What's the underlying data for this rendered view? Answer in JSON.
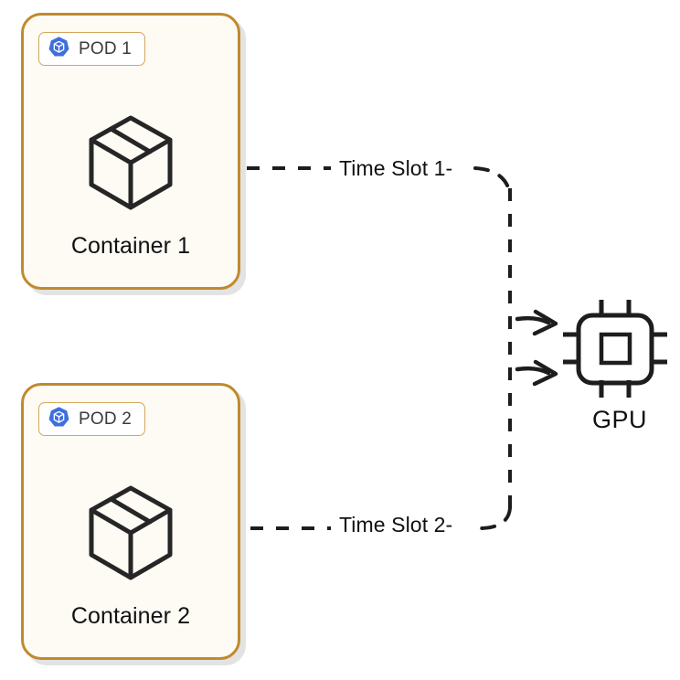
{
  "diagram": {
    "title": "GPU time-slicing between two Kubernetes pods",
    "type": "architecture-diagram",
    "background_color": "#ffffff",
    "colors": {
      "card_border": "#c08a2e",
      "card_fill": "#fdfbf4",
      "badge_border": "#d3a75a",
      "badge_fill": "#ffffff",
      "k8s_blue": "#3f6fde",
      "stroke": "#1d1d1d",
      "shadow": "#dedede"
    }
  },
  "pods": [
    {
      "badge_label": "POD 1",
      "badge_icon": "kubernetes-icon",
      "container_icon": "container-box-icon",
      "container_label": "Container 1"
    },
    {
      "badge_label": "POD 2",
      "badge_icon": "kubernetes-icon",
      "container_icon": "container-box-icon",
      "container_label": "Container 2"
    }
  ],
  "device": {
    "icon": "gpu-chip-icon",
    "label": "GPU",
    "inbound_arrows": 2
  },
  "edges": [
    {
      "label": "Time Slot 1-",
      "from": "Container 1",
      "to": "GPU",
      "style": "dashed"
    },
    {
      "label": "Time Slot 2-",
      "from": "Container 2",
      "to": "GPU",
      "style": "dashed"
    }
  ]
}
